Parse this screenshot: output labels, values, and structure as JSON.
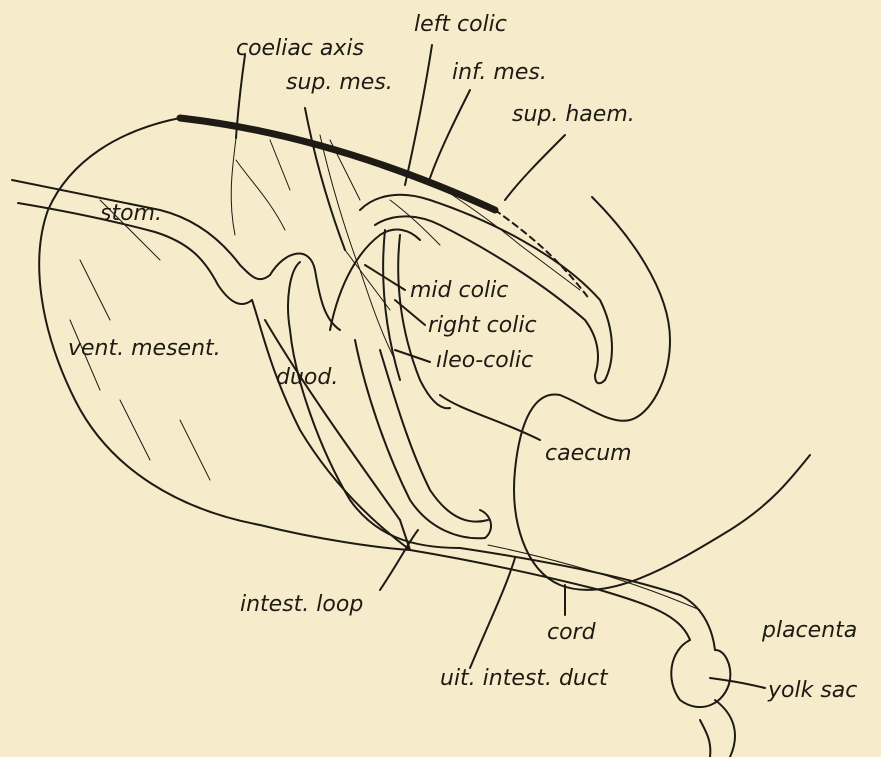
{
  "labels": {
    "left_colic": "left colic",
    "coeliac_axis": "coeliac axis",
    "sup_mes": "sup. mes.",
    "inf_mes": "inf. mes.",
    "sup_haem": "sup. haem.",
    "stom": "stom.",
    "mid_colic": "mid colic",
    "right_colic": "right colic",
    "ileo_colic": "ıleo-colic",
    "vent_mesent": "vent. mesent.",
    "duod": "duod.",
    "caecum": "caecum",
    "intest_loop": "intest. loop",
    "cord": "cord",
    "placenta": "placenta",
    "vit_intest_duct": "uit. intest. duct",
    "yolk_sac": "yolk sac"
  },
  "colors": {
    "paper": "#f6eccb",
    "ink": "#1e1a14"
  }
}
